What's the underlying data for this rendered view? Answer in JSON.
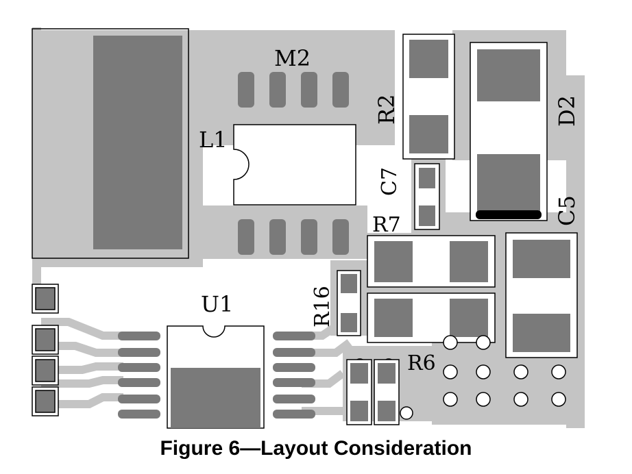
{
  "caption": "Figure 6—Layout Consideration",
  "colors": {
    "copper": "#c4c4c4",
    "pad": "#7a7a7a",
    "outline": "#000000",
    "background": "#ffffff"
  },
  "labels": {
    "m2": "M2",
    "l1": "L1",
    "r2": "R2",
    "d2": "D2",
    "c7": "C7",
    "r7": "R7",
    "c5": "C5",
    "u1": "U1",
    "r16": "R16",
    "r6": "R6"
  }
}
